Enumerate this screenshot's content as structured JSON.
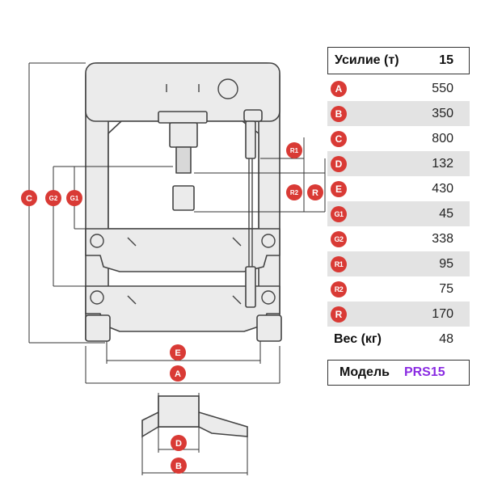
{
  "header": {
    "label": "Усилие (т)",
    "value": "15"
  },
  "dimensions": [
    {
      "key": "A",
      "value": "550"
    },
    {
      "key": "B",
      "value": "350"
    },
    {
      "key": "C",
      "value": "800"
    },
    {
      "key": "D",
      "value": "132"
    },
    {
      "key": "E",
      "value": "430"
    },
    {
      "key": "G1",
      "value": "45"
    },
    {
      "key": "G2",
      "value": "338"
    },
    {
      "key": "R1",
      "value": "95"
    },
    {
      "key": "R2",
      "value": "75"
    },
    {
      "key": "R",
      "value": "170"
    }
  ],
  "weight": {
    "label": "Вес (кг)",
    "value": "48"
  },
  "model": {
    "label": "Модель",
    "value": "PRS15"
  },
  "colors": {
    "badge": "#d93a35",
    "model_value": "#8a2be2",
    "frame": "#ebebeb",
    "line": "#444444"
  },
  "drawing_labels": {
    "A": "A",
    "B": "B",
    "C": "C",
    "D": "D",
    "E": "E",
    "G1": "G1",
    "G2": "G2",
    "R1": "R1",
    "R2": "R2",
    "R": "R"
  }
}
